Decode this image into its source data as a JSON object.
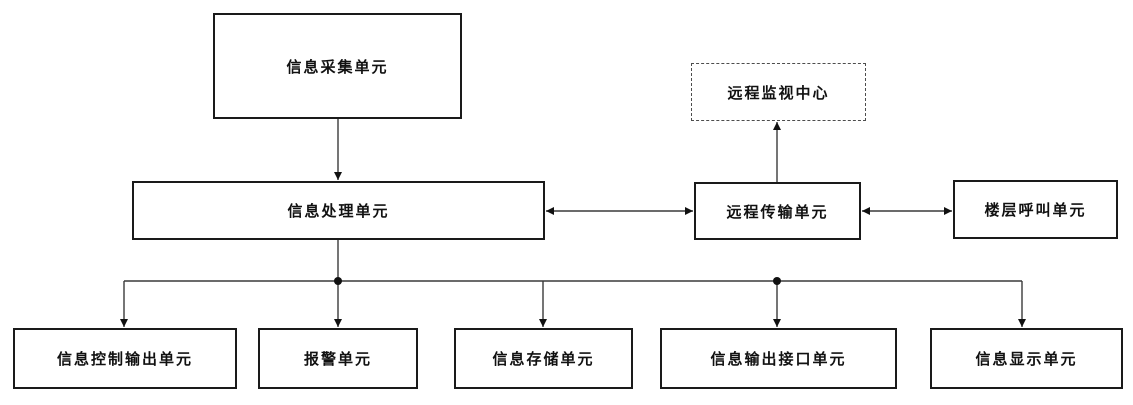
{
  "diagram": {
    "type": "block-diagram",
    "language": "zh-CN",
    "colors": {
      "background": "#ffffff",
      "box_border": "#1a1a1a",
      "dashed_border": "#4d4d4d",
      "line": "#3a3a3a",
      "arrowhead": "#111111",
      "text": "#111111"
    }
  },
  "nodes": {
    "collection": {
      "label": "信息采集单元",
      "style": "solid"
    },
    "processing": {
      "label": "信息处理单元",
      "style": "solid"
    },
    "monitor_center": {
      "label": "远程监视中心",
      "style": "dashed"
    },
    "transmission": {
      "label": "远程传输单元",
      "style": "solid"
    },
    "floor_call": {
      "label": "楼层呼叫单元",
      "style": "solid"
    },
    "control_output": {
      "label": "信息控制输出单元",
      "style": "solid"
    },
    "alarm": {
      "label": "报警单元",
      "style": "solid"
    },
    "storage": {
      "label": "信息存储单元",
      "style": "solid"
    },
    "output_interface": {
      "label": "信息输出接口单元",
      "style": "solid"
    },
    "display": {
      "label": "信息显示单元",
      "style": "solid"
    }
  },
  "connections": [
    {
      "from": "collection",
      "to": "monitor_center? no",
      "note": ""
    },
    {
      "from": "collection",
      "to": "processing",
      "type": "arrow"
    },
    {
      "from": "transmission",
      "to": "monitor_center",
      "type": "arrow"
    },
    {
      "from": "processing",
      "to": "transmission",
      "type": "double-arrow"
    },
    {
      "from": "transmission",
      "to": "floor_call",
      "type": "double-arrow"
    },
    {
      "from": "processing",
      "to": "control_output",
      "type": "arrow"
    },
    {
      "from": "processing",
      "to": "alarm",
      "type": "arrow"
    },
    {
      "from": "processing",
      "to": "storage",
      "type": "arrow"
    },
    {
      "from": "processing",
      "to": "output_interface",
      "type": "arrow"
    },
    {
      "from": "processing",
      "to": "display",
      "type": "arrow"
    }
  ]
}
